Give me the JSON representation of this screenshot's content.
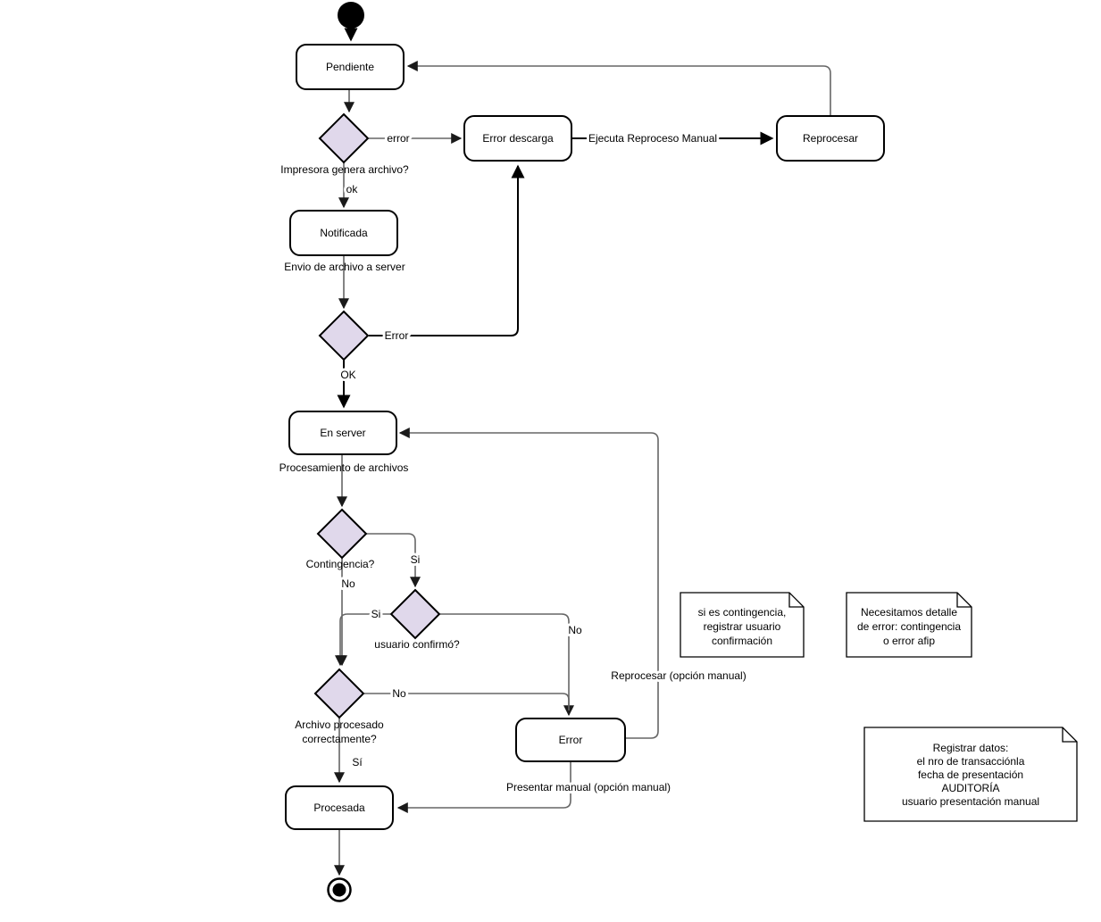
{
  "diagram_type": "activity-flowchart",
  "colors": {
    "background": "#ffffff",
    "node_fill": "#ffffff",
    "node_border": "#000000",
    "diamond_fill": "#e0d8eb",
    "connector_gray": "#666666",
    "connector_black": "#000000"
  },
  "nodes": {
    "pendiente": {
      "label": "Pendiente"
    },
    "error_descarga": {
      "label": "Error descarga"
    },
    "reprocesar": {
      "label": "Reprocesar"
    },
    "notificada": {
      "label": "Notificada"
    },
    "en_server": {
      "label": "En server"
    },
    "error": {
      "label": "Error"
    },
    "procesada": {
      "label": "Procesada"
    }
  },
  "edge_labels": {
    "error_lower": "error",
    "ejecuta_reproceso": "Ejecuta Reproceso Manual",
    "impresora_pregunta": "Impresora genera archivo?",
    "ok_lower": "ok",
    "envio_archivo": "Envio de archivo a server",
    "error_cap": "Error",
    "ok_upper": "OK",
    "procesamiento": "Procesamiento de archivos",
    "contingencia": "Contingencia?",
    "si_contingencia": "Si",
    "no_contingencia": "No",
    "usuario_confirmo": "usuario confirmó?",
    "si_usuario": "Si",
    "no_usuario": "No",
    "no_archivo": "No",
    "archivo_linea1": "Archivo procesado",
    "archivo_linea2": "correctamente?",
    "si_archivo": "Sí",
    "reprocesar_manual": "Reprocesar (opción manual)",
    "presentar_manual": "Presentar manual (opción manual)"
  },
  "notes": [
    {
      "lines": [
        "si es contingencia,",
        "registrar usuario",
        "confirmación"
      ]
    },
    {
      "lines": [
        "Necesitamos detalle",
        "de error: contingencia",
        "o error afip"
      ]
    },
    {
      "lines": [
        "Registrar datos:",
        "el nro de transacciónla",
        "fecha de presentación",
        "AUDITORÍA",
        "usuario presentación manual"
      ]
    }
  ]
}
